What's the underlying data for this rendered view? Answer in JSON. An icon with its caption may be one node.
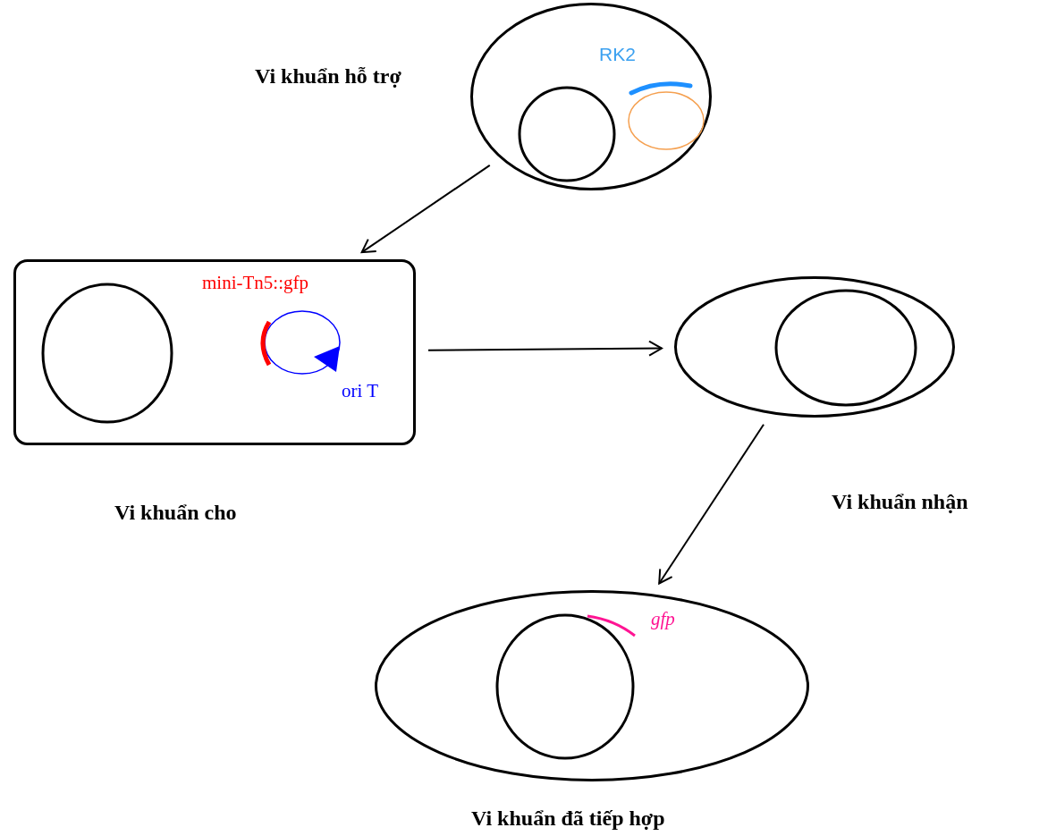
{
  "diagram": {
    "nodes": [
      {
        "text": [],
        "shape": "circle",
        "beside": [
          "Vi khuẩn hỗ trợ"
        ]
      },
      {
        "text": [],
        "shape": "box",
        "beside": [
          "Vi khuẩn cho"
        ]
      },
      {
        "text": [],
        "shape": "ellipse",
        "beside": [
          "Vi khuẩn nhận"
        ]
      },
      {
        "text": [],
        "shape": "ellipse",
        "beside": [
          "Vi khuẩn đã tiếp hợp"
        ]
      }
    ],
    "edges": [
      {
        "from": 0,
        "to": 1,
        "arrow": "to"
      },
      {
        "from": 1,
        "to": 2,
        "arrow": "to"
      },
      {
        "from": 2,
        "to": 3,
        "arrow": "to"
      }
    ],
    "labels": [
      "RK2",
      "mini-Tn5::gfp",
      "ori T",
      "gfp"
    ]
  }
}
